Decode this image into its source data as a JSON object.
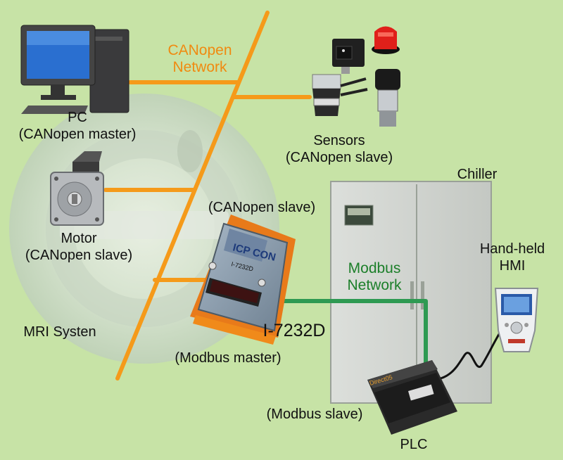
{
  "network_canopen": {
    "line1": "CANopen",
    "line2": "Network"
  },
  "network_modbus": {
    "line1": "Modbus",
    "line2": "Network"
  },
  "pc": {
    "name": "PC",
    "role": "(CANopen master)"
  },
  "sensors": {
    "name": "Sensors",
    "role": "(CANopen slave)"
  },
  "motor": {
    "name": "Motor",
    "role": "(CANopen slave)"
  },
  "module": {
    "canopen_role": "(CANopen slave)",
    "model": "I-7232D",
    "modbus_role": "(Modbus master)",
    "brand": "ICP CON",
    "badge": "I-7232D"
  },
  "chiller": {
    "name": "Chiller"
  },
  "hmi": {
    "line1": "Hand-held",
    "line2": "HMI"
  },
  "plc": {
    "name": "PLC",
    "role": "(Modbus slave)",
    "brand": "Direct05"
  },
  "mri": {
    "name": "MRI Systen"
  },
  "colors": {
    "canopen": "#f59a1a",
    "modbus": "#2e9a52",
    "background": "#c7e3a6"
  }
}
